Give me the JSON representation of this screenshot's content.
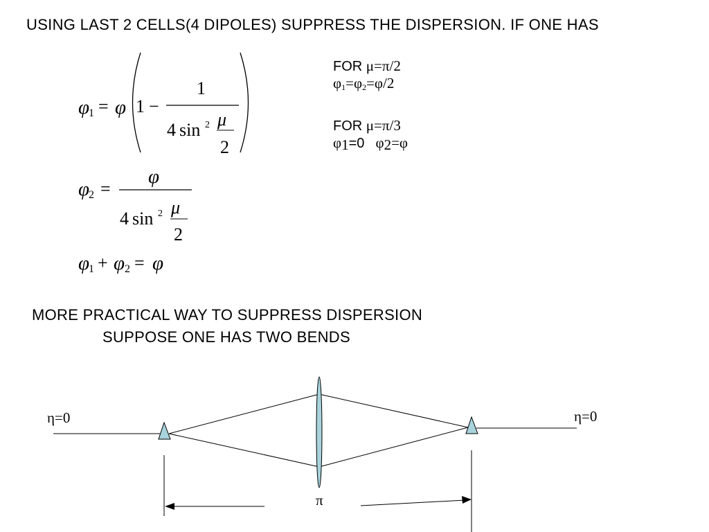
{
  "headings": {
    "line1": "USING LAST 2 CELLS(4 DIPOLES) SUPPRESS THE DISPERSION. IF ONE HAS",
    "line2": "MORE PRACTICAL WAY TO SUPPRESS DISPERSION",
    "line3": "SUPPOSE ONE HAS TWO BENDS"
  },
  "equations": {
    "eq1": {
      "lhs": "φ",
      "lhs_sub": "1",
      "equals": "=",
      "phi": "φ",
      "one": "1",
      "minus": "−",
      "num": "1",
      "den_coef": "4",
      "den_fn": "sin",
      "den_sup": "2",
      "mu": "μ",
      "two": "2"
    },
    "eq2": {
      "lhs": "φ",
      "lhs_sub": "2",
      "equals": "=",
      "num": "φ",
      "den_coef": "4",
      "den_fn": "sin",
      "den_sup": "2",
      "mu": "μ",
      "two": "2"
    },
    "eq3": {
      "phi": "φ",
      "sub1": "1",
      "plus": "+",
      "sub2": "2",
      "equals": "="
    }
  },
  "notes": {
    "case1": {
      "for": "FOR ",
      "cond": "μ=π/2",
      "phi": "φ",
      "sub1": "1",
      "eq": "=",
      "sub2": "2",
      "tail": "=φ/2"
    },
    "case2": {
      "for": "FOR ",
      "cond": "μ=π/3",
      "phi": "φ",
      "sub1": "1",
      "val1": "=0",
      "sub2": "2",
      "val2": "=φ"
    }
  },
  "diagram": {
    "eta_left": "η=0",
    "eta_right": "η=0",
    "phase_label": "π",
    "colors": {
      "element_fill": "#a8d3dc",
      "element_stroke": "#000000",
      "line": "#000000"
    }
  }
}
